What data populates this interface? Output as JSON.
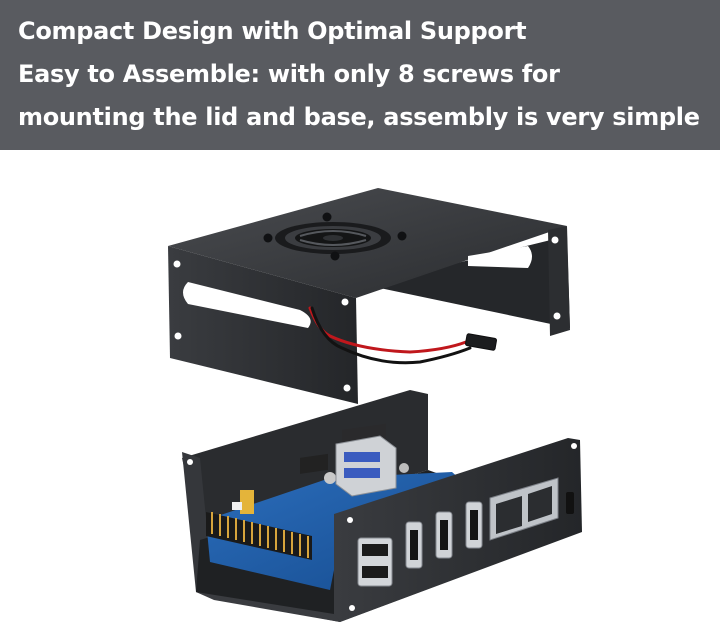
{
  "banner": {
    "line1": "Compact Design with Optimal Support",
    "line2": "Easy to Assemble: with only 8 screws for",
    "line3": "mounting the lid and base, assembly is very simple"
  },
  "colors": {
    "banner_background": "#595b60",
    "banner_text": "#ffffff",
    "case_metal": "#2e3033",
    "pcb": "#1d5fae"
  },
  "photo": {
    "subject": "exploded view of black metal case lid with fan and base holding a single-board computer"
  }
}
